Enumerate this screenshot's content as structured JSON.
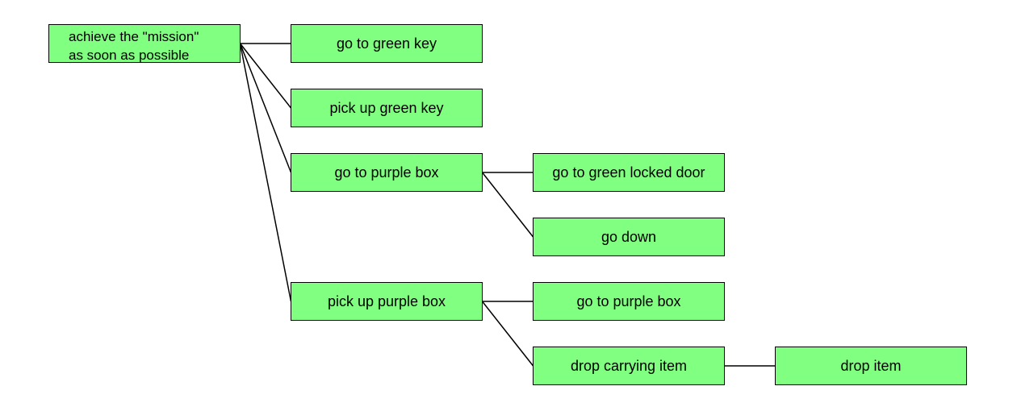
{
  "diagram": {
    "node_color": "#80ff80",
    "edge_color": "#000000",
    "root": {
      "line1": "achieve the \"mission\"",
      "line2": "as soon as possible"
    },
    "nodes": {
      "go_to_green_key": "go to green key",
      "pick_up_green_key": "pick up green key",
      "go_to_purple_box": "go to purple box",
      "pick_up_purple_box": "pick up purple box",
      "go_to_green_locked_door": "go to green locked door",
      "go_down": "go down",
      "go_to_purple_box_2": "go to purple box",
      "drop_carrying_item": "drop carrying item",
      "drop_item": "drop item"
    },
    "edges": [
      [
        "root",
        "go_to_green_key"
      ],
      [
        "root",
        "pick_up_green_key"
      ],
      [
        "root",
        "go_to_purple_box"
      ],
      [
        "root",
        "pick_up_purple_box"
      ],
      [
        "go_to_purple_box",
        "go_to_green_locked_door"
      ],
      [
        "go_to_purple_box",
        "go_down"
      ],
      [
        "pick_up_purple_box",
        "go_to_purple_box_2"
      ],
      [
        "pick_up_purple_box",
        "drop_carrying_item"
      ],
      [
        "drop_carrying_item",
        "drop_item"
      ]
    ]
  }
}
